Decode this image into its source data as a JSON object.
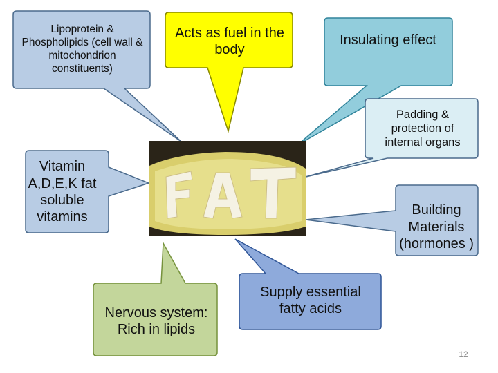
{
  "colors": {
    "blue_fill": "#b8cce4",
    "blue_stroke": "#4a6a8c",
    "yellow_fill": "#ffff00",
    "yellow_stroke": "#8a8a00",
    "teal_fill": "#92cddc",
    "teal_stroke": "#31849b",
    "green_fill": "#c3d69b",
    "green_stroke": "#76923c",
    "purple_blue_fill": "#8eaadb",
    "purple_blue_stroke": "#2f5597"
  },
  "callouts": {
    "lipoprotein": "Lipoprotein & Phospholipids (cell wall & mitochondrion constituents)",
    "fuel": "Acts as fuel in the body",
    "insulating": "Insulating effect",
    "padding": "Padding & protection of internal organs",
    "vitamin": "Vitamin A,D,E,K fat soluble vitamins",
    "building": "Building Materials (hormones )",
    "nervous": "Nervous system: Rich in lipids",
    "supply": "Supply essential fatty acids"
  },
  "photo": {
    "word": "FAT",
    "description_icon": "butter-fat-photo"
  },
  "slide_number": "12"
}
